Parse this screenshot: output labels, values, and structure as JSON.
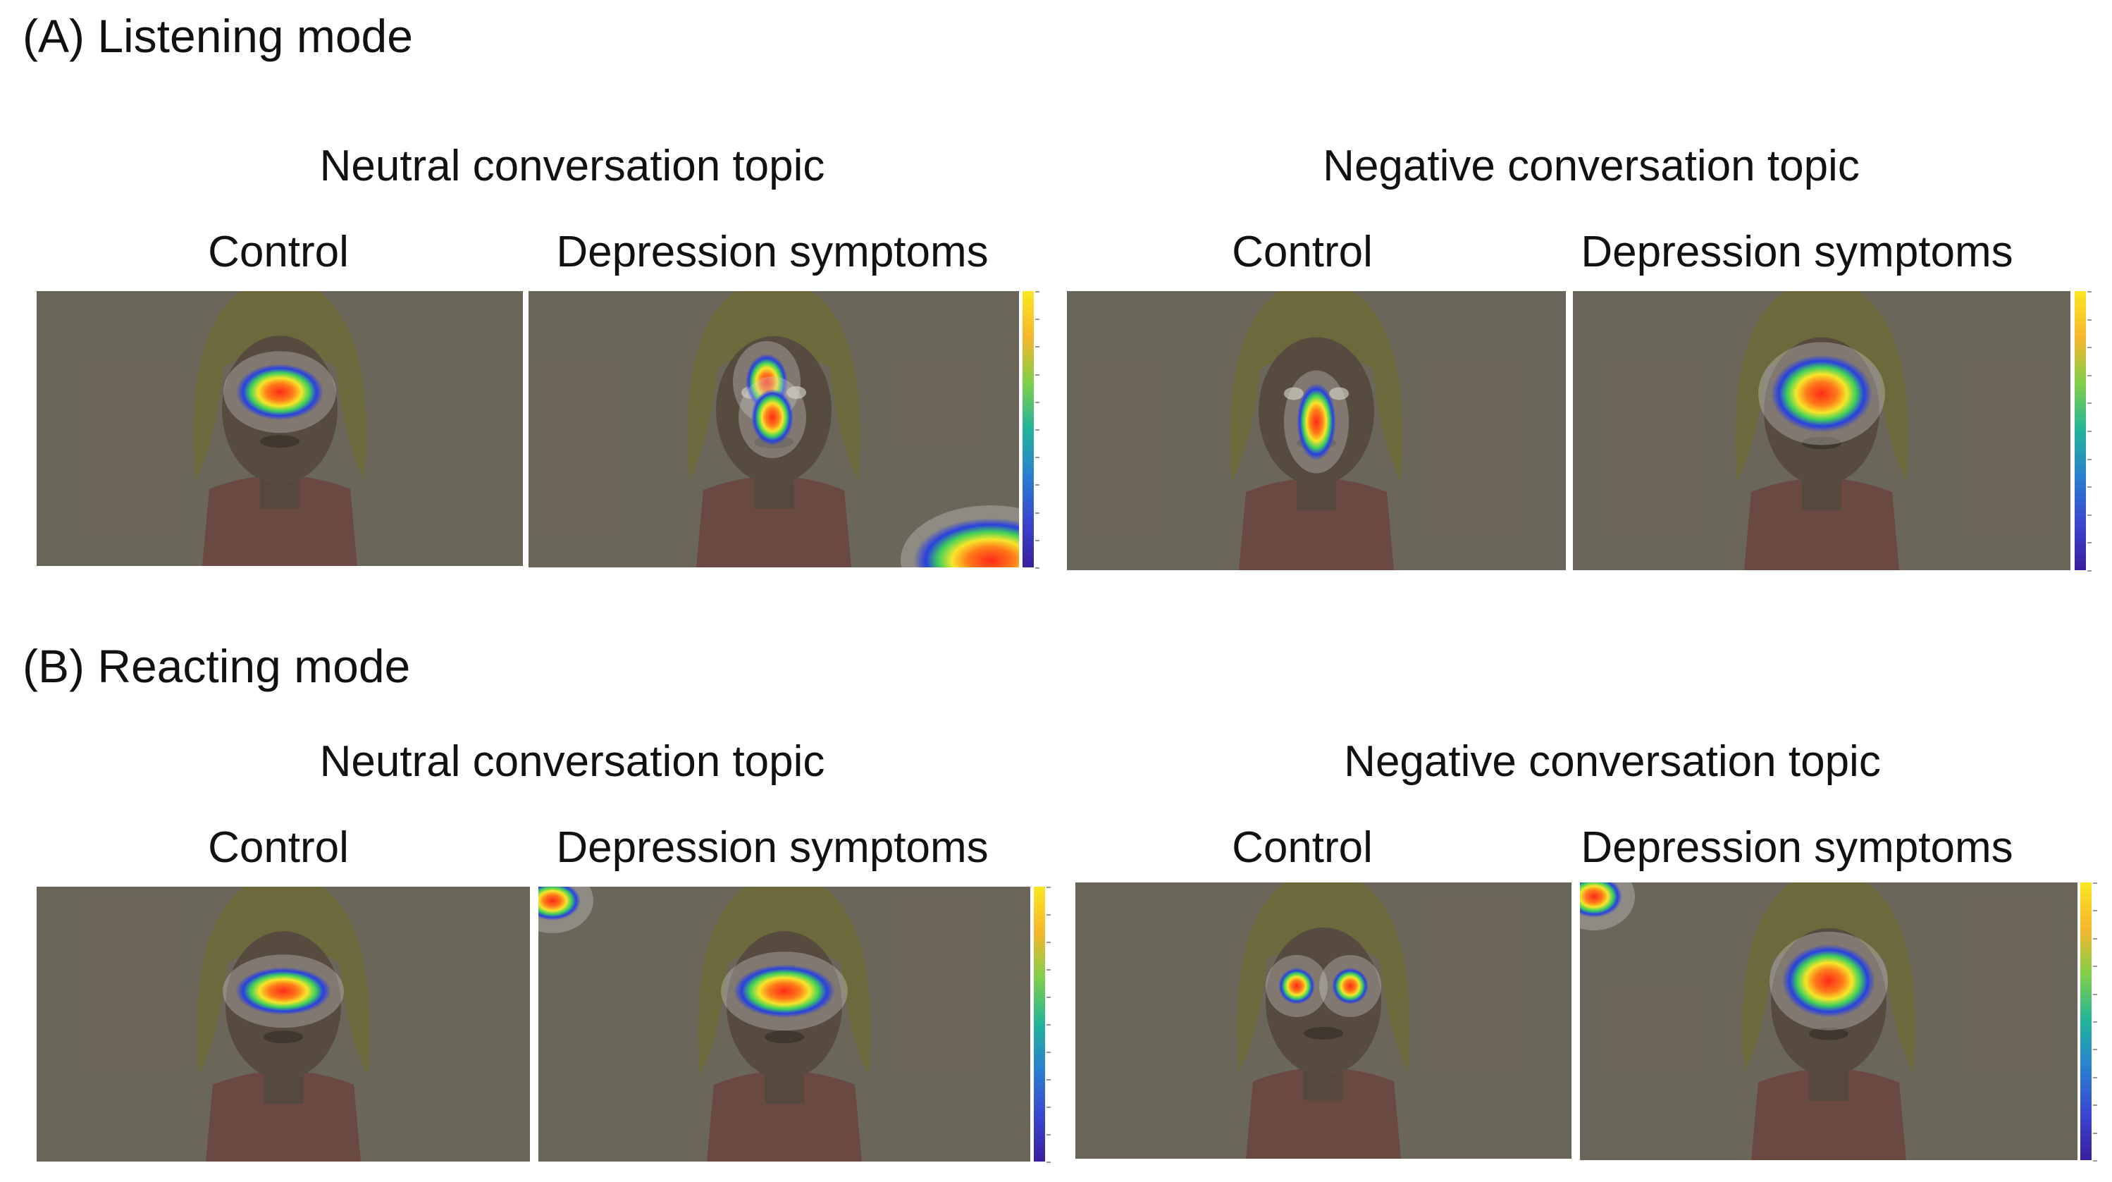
{
  "sections": [
    {
      "title": "(A) Listening mode",
      "topics": [
        {
          "label": "Neutral conversation topic",
          "conditions": [
            "Control",
            "Depression symptoms"
          ]
        },
        {
          "label": "Negative conversation topic",
          "conditions": [
            "Control",
            "Depression symptoms"
          ]
        }
      ]
    },
    {
      "title": "(B) Reacting mode",
      "topics": [
        {
          "label": "Neutral conversation topic",
          "conditions": [
            "Control",
            "Depression symptoms"
          ]
        },
        {
          "label": "Negative conversation topic",
          "conditions": [
            "Control",
            "Depression symptoms"
          ]
        }
      ]
    }
  ],
  "colors": {
    "panel_background": "#6b6659",
    "heat_high": "#ff2a1a",
    "heat_mid": "#f5e62a",
    "heat_low": "#2a3fe0"
  },
  "icons": [
    "avatar-face",
    "heatmap-overlay",
    "colorbar"
  ]
}
